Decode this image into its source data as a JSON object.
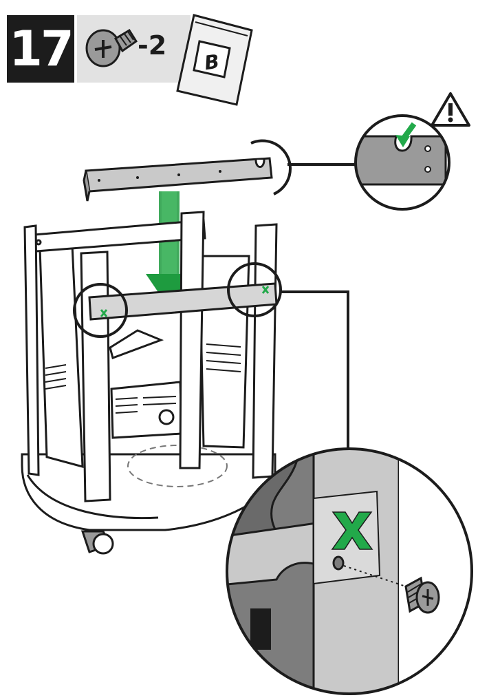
{
  "step": {
    "number": "17"
  },
  "parts": [
    {
      "icon": "screw-icon",
      "quantity": "-2",
      "bag_label": "B"
    }
  ],
  "warning": {
    "icon": "warning-icon"
  },
  "detail": {
    "mark_icon": "x-mark-icon"
  },
  "colors": {
    "step_background": "#1c1c1c",
    "parts_background": "#e2e2e2",
    "arrow_green": "#1e9b3f",
    "mark_green": "#22a94a",
    "line": "#1c1c1c",
    "panel_gray": "#9a9a9a",
    "panel_light": "#c9c9c9"
  }
}
